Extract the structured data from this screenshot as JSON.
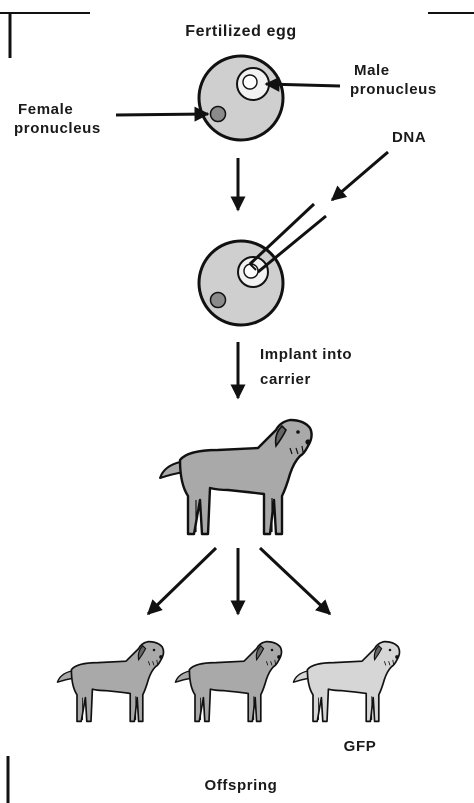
{
  "title": "Fertilized egg",
  "labels": {
    "male_pronucleus_line1": "Male",
    "male_pronucleus_line2": "pronucleus",
    "female_pronucleus_line1": "Female",
    "female_pronucleus_line2": "pronucleus",
    "dna": "DNA",
    "implant_line1": "Implant into",
    "implant_line2": "carrier",
    "gfp": "GFP",
    "offspring": "Offspring"
  },
  "colors": {
    "ink": "#111111",
    "egg_fill": "#cfcfcf",
    "female_pronucleus": "#8a8a8a",
    "dog_fill": "#a9a9a9",
    "gfp_dog_fill": "#d6d6d6"
  }
}
